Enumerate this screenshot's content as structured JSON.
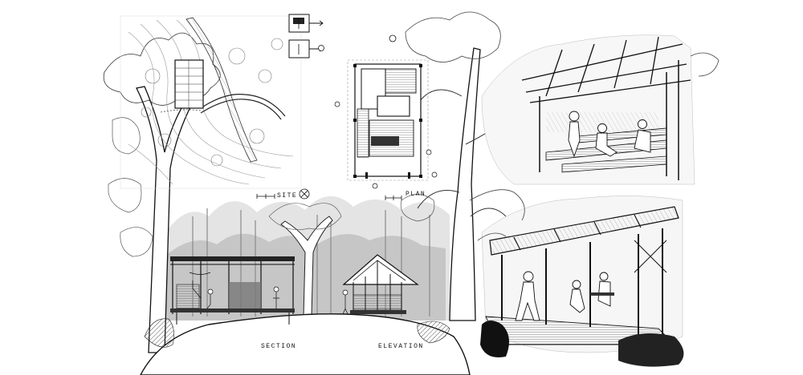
{
  "labels": {
    "site": "SITE",
    "plan": "PLAN",
    "section": "SECTION",
    "elevation": "ELEVATION"
  },
  "palette": {
    "ink": "#111111",
    "grey": "#6a6a6a",
    "light": "#bdbdbd",
    "paper": "#ffffff"
  }
}
